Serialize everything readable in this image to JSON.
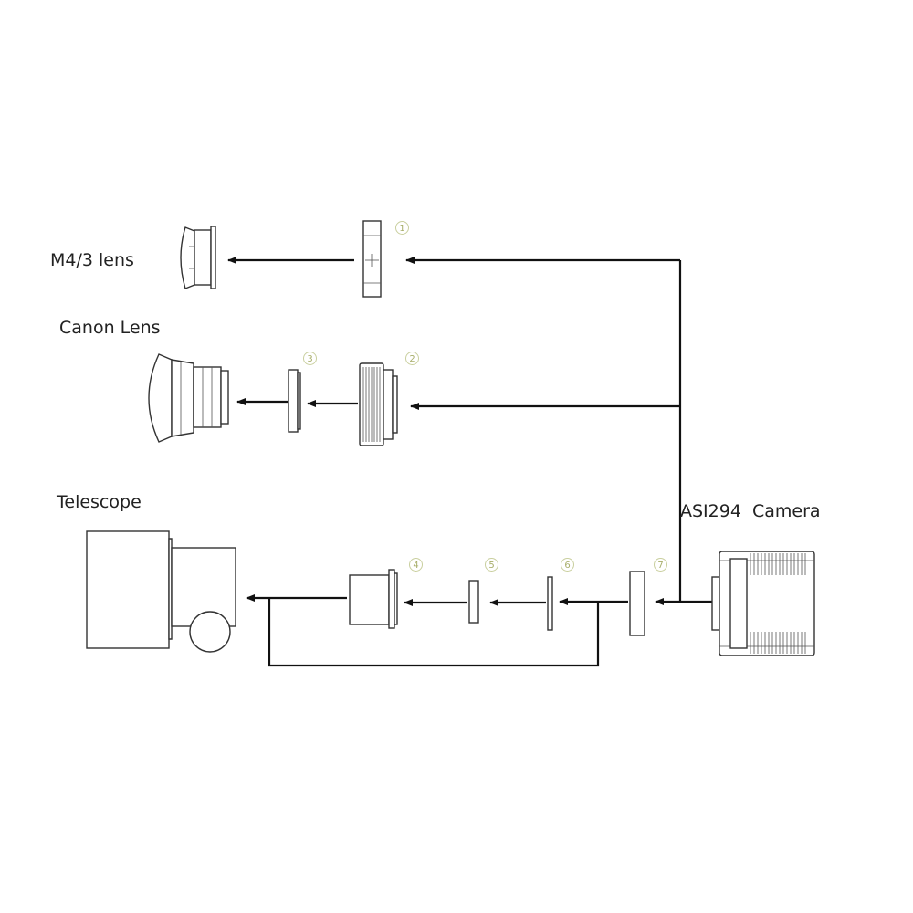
{
  "labels": {
    "m43_lens": "M4/3 lens",
    "canon_lens": "Canon Lens",
    "telescope": "Telescope",
    "camera": "ASI294  Camera"
  },
  "part_numbers": [
    "1",
    "2",
    "3",
    "4",
    "5",
    "6",
    "7"
  ],
  "colors": {
    "line": "#111111",
    "number_circle": "#c9cf9e",
    "number_text": "#a8ae6a"
  }
}
